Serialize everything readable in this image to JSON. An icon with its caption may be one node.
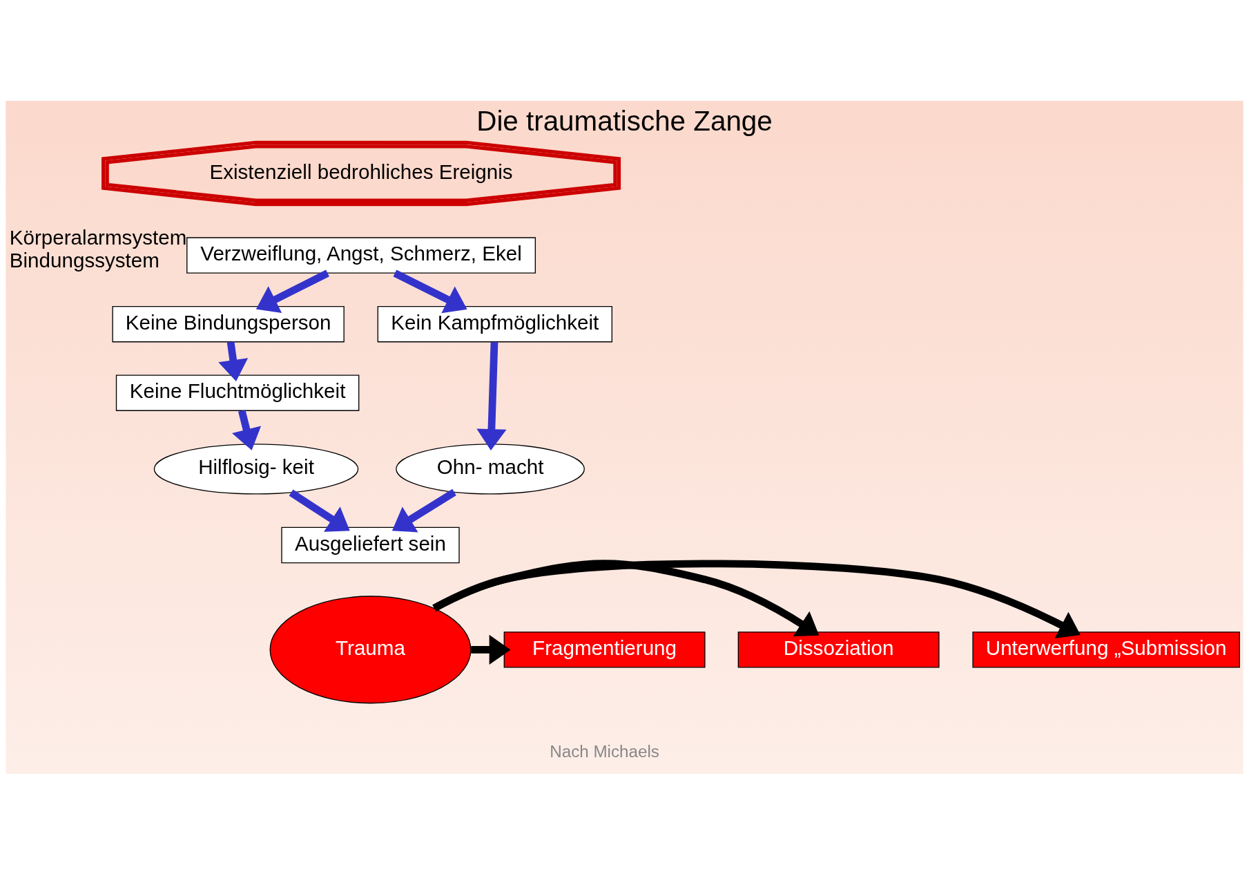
{
  "diagram": {
    "title": "Die traumatische Zange",
    "nodes": [
      {
        "text": [
          "Existenziell bedrohliches Ereignis"
        ]
      },
      {
        "text": [
          "Verzweiflung, Angst, Schmerz, Ekel"
        ],
        "beside": [
          "Körperalarmsystem",
          "Bindungssystem"
        ]
      },
      {
        "text": [
          "Keine Bindungsperson"
        ]
      },
      {
        "text": [
          "Keine Fluchtmöglichkeit"
        ]
      },
      {
        "text": [
          "Kein Kampfmöglichkeit"
        ]
      },
      {
        "text": [
          "Hilflosig- keit"
        ]
      },
      {
        "text": [
          "Ohn- macht"
        ]
      },
      {
        "text": [
          "Ausgeliefert sein"
        ]
      },
      {
        "text": [
          "Trauma"
        ]
      },
      {
        "text": [
          "Unterwerfung „Submission"
        ]
      },
      {
        "text": [
          "Dissoziation"
        ]
      },
      {
        "text": [
          "Fragmentierung"
        ]
      }
    ],
    "edges": [
      {
        "from": 1,
        "to": 2,
        "arrow": "to"
      },
      {
        "from": 2,
        "to": 3,
        "arrow": "to"
      },
      {
        "from": 1,
        "to": 4,
        "arrow": "to"
      },
      {
        "from": 3,
        "to": 5,
        "arrow": "to"
      },
      {
        "from": 4,
        "to": 6,
        "arrow": "to"
      },
      {
        "from": 5,
        "to": 7,
        "arrow": "to"
      },
      {
        "from": 6,
        "to": 7,
        "arrow": "to"
      },
      {
        "from": 8,
        "to": 9,
        "arrow": "to",
        "color": "#000000"
      },
      {
        "from": 8,
        "to": 10,
        "arrow": "to",
        "color": "#000000"
      },
      {
        "from": 8,
        "to": 11,
        "arrow": "to",
        "color": "#000000"
      }
    ],
    "labels": [
      "Nach Michaels"
    ]
  }
}
